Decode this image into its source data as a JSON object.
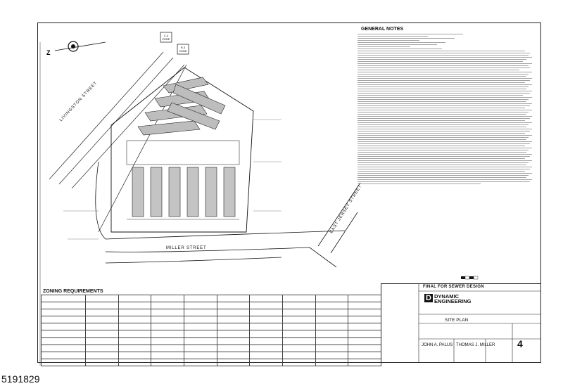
{
  "general_notes_title": "GENERAL NOTES",
  "zoning_title": "ZONING REQUIREMENTS",
  "final_banner": "FINAL FOR SEWER DESIGN",
  "firm_line1": "DYNAMIC",
  "firm_line2": "ENGINEERING",
  "sheet_title": "SITE PLAN",
  "sheet_number": "4",
  "engineer_1": "JOHN A. PALUS",
  "engineer_2": "THOMAS J. MILLER",
  "zone_1": "C-4 ZONE",
  "zone_2": "R-3 ZONE",
  "street_1": "LIVINGSTON STREET",
  "street_2": "EAST JERSEY STREET",
  "street_3": "MILLER STREET",
  "mls_number": "5191829"
}
